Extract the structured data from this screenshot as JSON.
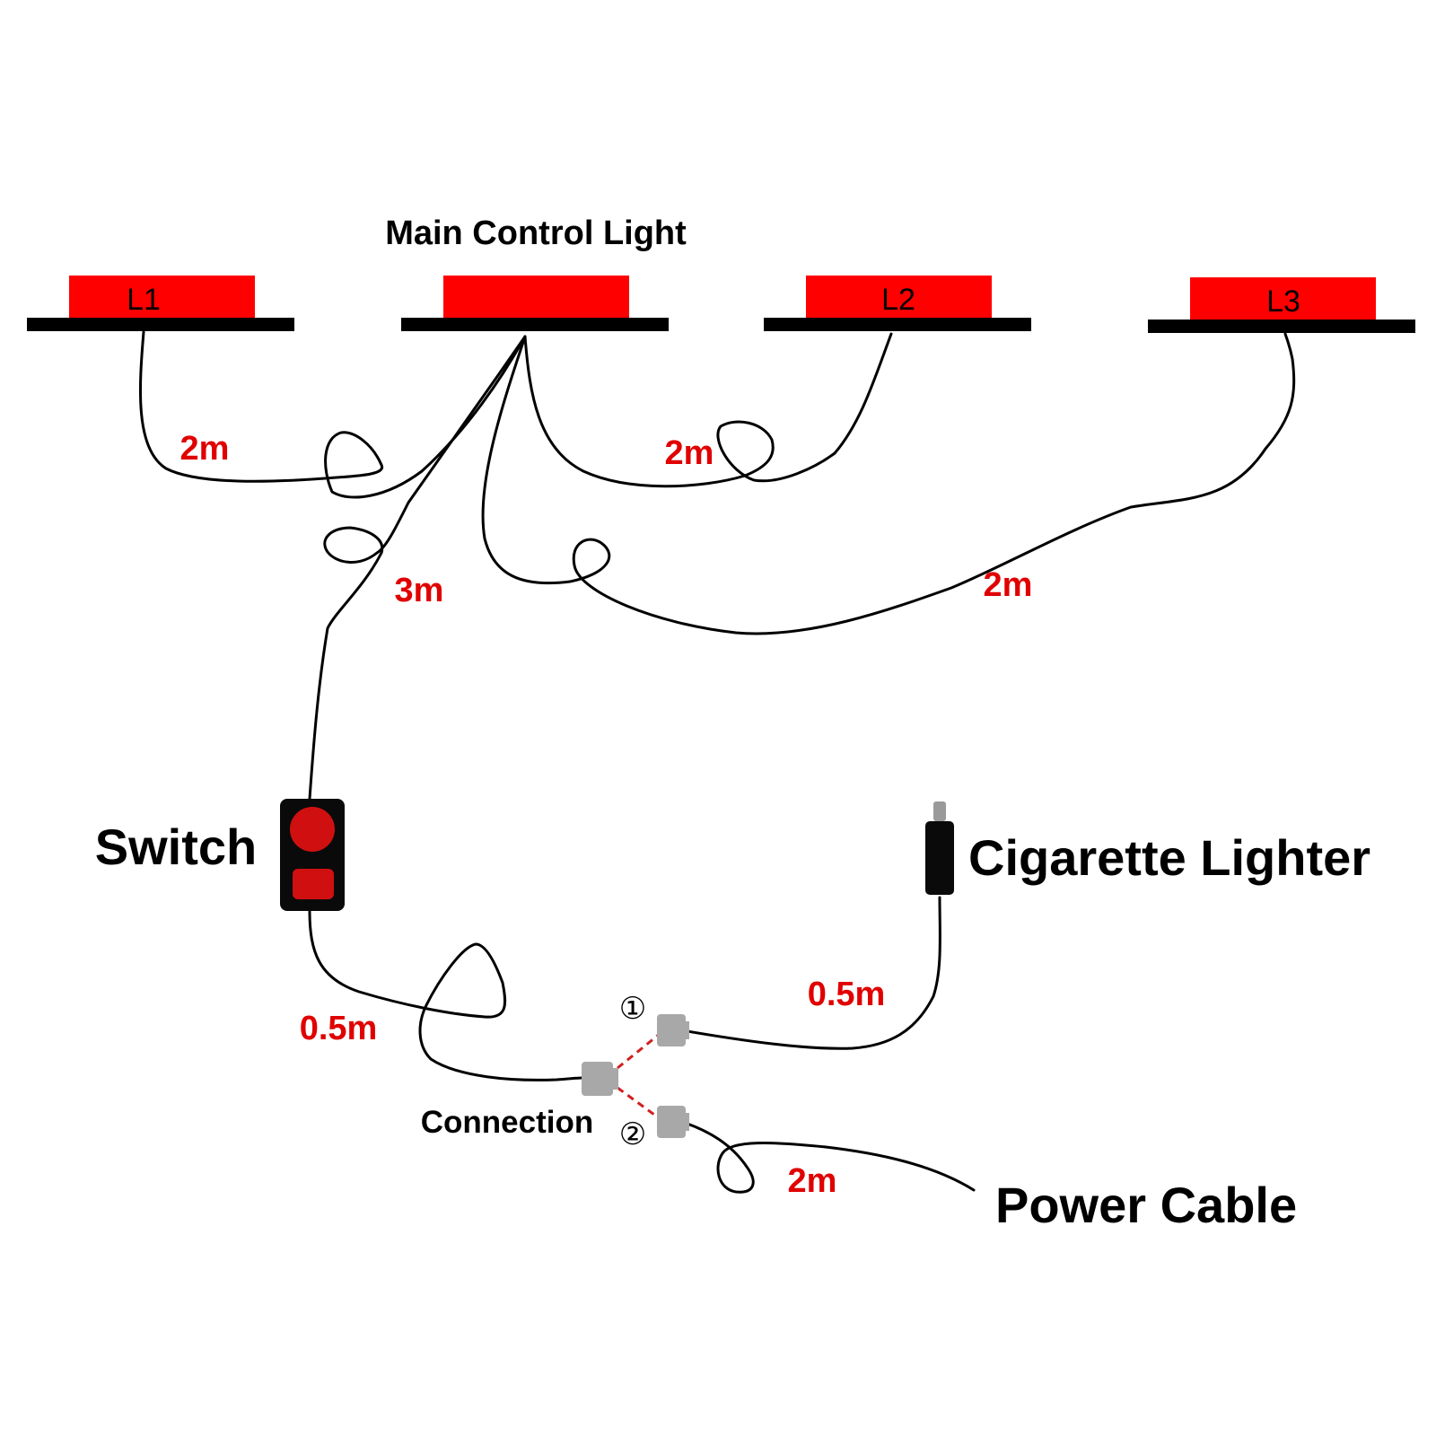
{
  "colors": {
    "lamp_red": "#ff0000",
    "length_red": "#e00000",
    "connector_grey": "#a8a8a8",
    "dashed_link": "#d02020"
  },
  "labels": {
    "main_control_light": "Main Control Light",
    "switch": "Switch",
    "cigarette_lighter": "Cigarette Lighter",
    "connection": "Connection",
    "power_cable": "Power Cable"
  },
  "lamps": {
    "l1": "L1",
    "l2": "L2",
    "l3": "L3"
  },
  "lengths": {
    "l1_cable": "2m",
    "l2_cable": "2m",
    "l3_cable": "2m",
    "switch_cable": "3m",
    "switch_to_connection": "0.5m",
    "lighter_cable": "0.5m",
    "power_cable": "2m"
  },
  "connection_ports": {
    "port1": "①",
    "port2": "②"
  }
}
